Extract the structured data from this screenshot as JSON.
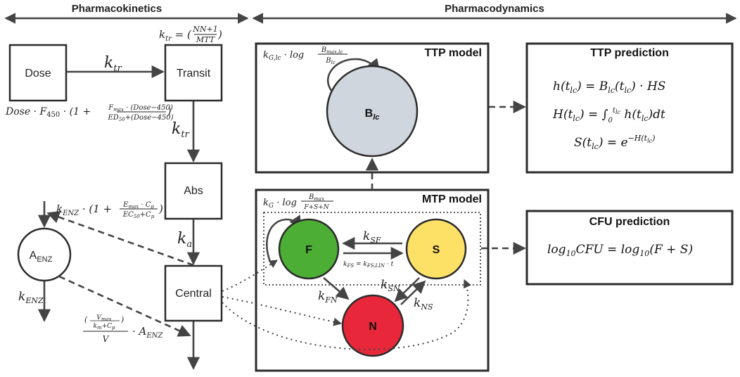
{
  "headers": {
    "pk": "Pharmacokinetics",
    "pd": "Pharmacodynamics"
  },
  "compartments": {
    "dose": "Dose",
    "transit": "Transit",
    "abs": "Abs",
    "central": "Central",
    "enzyme": "A",
    "enzyme_sub": "ENZ"
  },
  "rates": {
    "ktr_formula": "k_tr = (NN+1 / MTT)",
    "ktr": "k",
    "ktr_sub": "tr",
    "ka": "k",
    "ka_sub": "a",
    "kenz": "k",
    "kenz_sub": "ENZ",
    "dose_input": "Dose · F450 · (1 + Fmax·(Dose−450) / (ED50+(Dose−450)))",
    "induction": "kENZ · (1 + Emax·Cp / (EC50+Cp))",
    "elimination": "(Vmax / (km+Cp)) / V · AENZ",
    "ksf": "SF",
    "kfs": "kFS = kFS,LIN · t",
    "kfn": "FN",
    "ksn": "SN",
    "kns": "NS",
    "growth_mtp": "kG · log Bmax / (F+S+N)",
    "growth_ttp": "kG,lc · log Bmax,lc / Blc"
  },
  "ttp_model": {
    "title": "TTP model",
    "node": "B",
    "node_sub": "lc"
  },
  "mtp_model": {
    "title": "MTP model",
    "nodes": {
      "f": "F",
      "s": "S",
      "n": "N"
    }
  },
  "ttp_prediction": {
    "title": "TTP prediction",
    "eq1": "h(tlc) = Blc(tlc) · HS",
    "eq2": "H(tlc) = ∫0^tlc h(tlc)dt",
    "eq3": "S(tlc) = e^−H(tlc)"
  },
  "cfu_prediction": {
    "title": "CFU prediction",
    "eq": "log10CFU = log10(F + S)"
  },
  "colors": {
    "node_f": "#4cae35",
    "node_s": "#fde066",
    "node_n": "#e8283a",
    "node_blc": "#d0d6de",
    "stroke": "#2b2b2b"
  }
}
